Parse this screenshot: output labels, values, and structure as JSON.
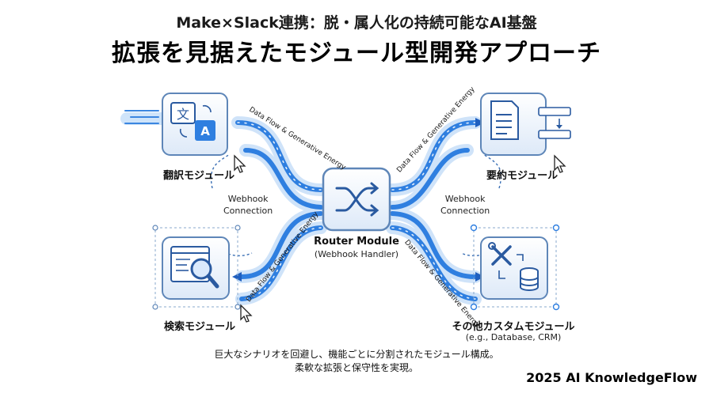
{
  "header": {
    "subtitle": "Make×Slack連携：脱・属人化の持続可能なAI基盤",
    "title": "拡張を見据えたモジュール型開発アプローチ"
  },
  "modules": {
    "translate": "翻訳モジュール",
    "summary": "要約モジュール",
    "search": "検索モジュール",
    "custom": "その他カスタムモジュール",
    "custom_sub": "(e.g., Database, CRM)"
  },
  "router": {
    "title": "Router Module",
    "subtitle": "(Webhook Handler)"
  },
  "connections": {
    "webhook_left_1": "Webhook",
    "webhook_left_2": "Connection",
    "webhook_right_1": "Webhook",
    "webhook_right_2": "Connection",
    "flow_label": "Data Flow & Generative Energy"
  },
  "description": {
    "line1": "巨大なシナリオを回避し、機能ごとに分割されたモジュール構成。",
    "line2": "柔軟な拡張と保守性を実現。"
  },
  "footer": {
    "credit": "2025 AI KnowledgeFlow"
  },
  "colors": {
    "flow": "#2f7fe0",
    "flow_glow": "#9cc7f5",
    "card_border": "#5e86b8",
    "card_fill": "#eef5fd",
    "icon": "#2a5aa0"
  }
}
